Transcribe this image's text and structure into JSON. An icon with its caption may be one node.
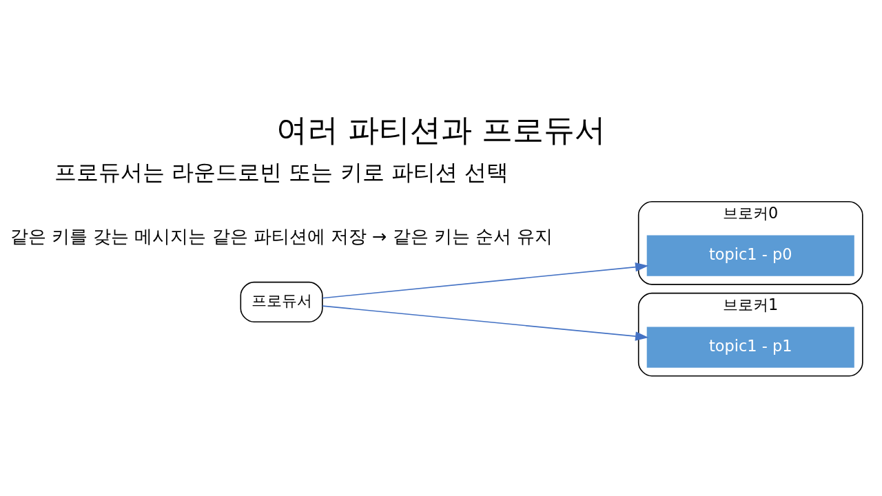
{
  "diagram": {
    "title": "여러 파티션과 프로듀서",
    "nodes": [
      {
        "text": [
          "프로듀서"
        ]
      },
      {
        "text": [
          "브로커0"
        ]
      },
      {
        "text": [
          "topic1 - p0"
        ],
        "in": 1
      },
      {
        "text": [
          "브로커1"
        ]
      },
      {
        "text": [
          "topic1 - p1"
        ],
        "in": 3
      }
    ],
    "edges": [
      {
        "from": 0,
        "to": 2,
        "arrow": "to"
      },
      {
        "from": 0,
        "to": 4,
        "arrow": "to"
      }
    ],
    "labels": [
      "프로듀서는 라운드로빈 또는 키로 파티션 선택",
      "같은 키를 갖는 메시지는 같은 파티션에 저장 → 같은 키는 순서 유지"
    ]
  }
}
